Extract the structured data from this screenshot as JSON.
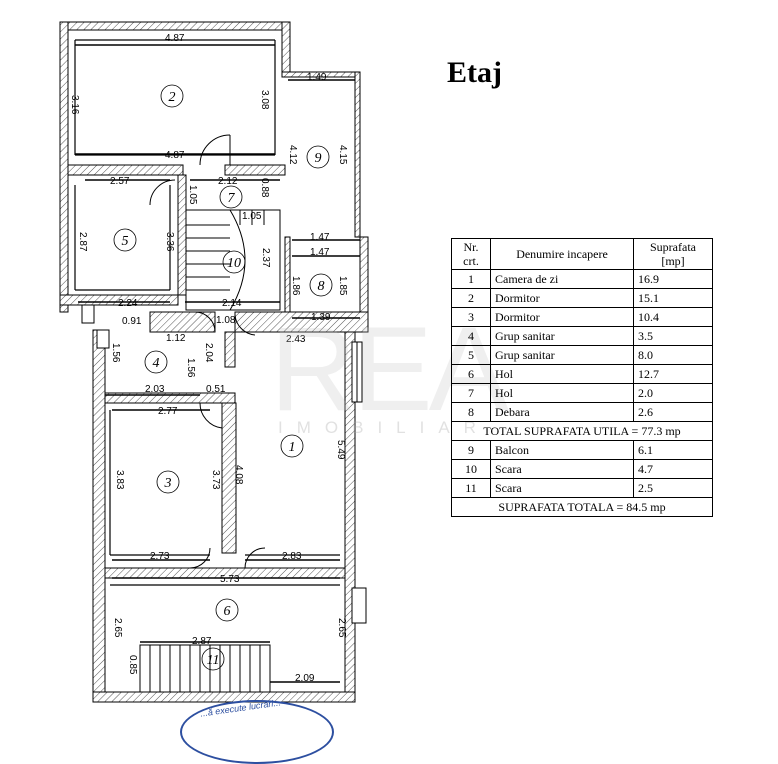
{
  "title": "Etaj",
  "watermark": {
    "brand": "REA",
    "sub": "IMOBILIAR"
  },
  "stamp_text": "...ă execute lucrări...",
  "dimensions": {
    "d1": "4.87",
    "d2": "3.16",
    "d3": "3.08",
    "d4": "4.87",
    "d5": "1.49",
    "d6": "4.12",
    "d7": "4.15",
    "d8": "2.57",
    "d9": "2.12",
    "d10": "1.05",
    "d11": "0.88",
    "d12": "1.05",
    "d13": "2.87",
    "d14": "3.36",
    "d15": "2.37",
    "d16": "1.47",
    "d17": "1.47",
    "d18": "1.86",
    "d19": "1.85",
    "d20": "2.24",
    "d21": "2.14",
    "d22": "1.39",
    "d23": "0.91",
    "d24": "1.08",
    "d25": "1.12",
    "d26": "1.56",
    "d27": "2.04",
    "d28": "2.43",
    "d29": "1.56",
    "d30": "2.03",
    "d31": "0.51",
    "d32": "2.77",
    "d33": "3.83",
    "d34": "3.73",
    "d35": "4.08",
    "d36": "5.49",
    "d37": "2.73",
    "d38": "2.83",
    "d39": "5.73",
    "d40": "2.65",
    "d41": "2.65",
    "d42": "2.87",
    "d43": "0.85",
    "d44": "2.09"
  },
  "rooms": {
    "r1": "1",
    "r2": "2",
    "r3": "3",
    "r4": "4",
    "r5": "5",
    "r6": "6",
    "r7": "7",
    "r8": "8",
    "r9": "9",
    "r10": "10",
    "r11": "11"
  },
  "legend": {
    "head_nr": "Nr. crt.",
    "head_name": "Denumire incapere",
    "head_area": "Suprafata [mp]",
    "rows": [
      {
        "nr": "1",
        "name": "Camera de zi",
        "area": "16.9"
      },
      {
        "nr": "2",
        "name": "Dormitor",
        "area": "15.1"
      },
      {
        "nr": "3",
        "name": "Dormitor",
        "area": "10.4"
      },
      {
        "nr": "4",
        "name": "Grup sanitar",
        "area": "3.5"
      },
      {
        "nr": "5",
        "name": "Grup sanitar",
        "area": "8.0"
      },
      {
        "nr": "6",
        "name": "Hol",
        "area": "12.7"
      },
      {
        "nr": "7",
        "name": "Hol",
        "area": "2.0"
      },
      {
        "nr": "8",
        "name": "Debara",
        "area": "2.6"
      }
    ],
    "total_util": "TOTAL SUPRAFATA UTILA = 77.3 mp",
    "rows2": [
      {
        "nr": "9",
        "name": "Balcon",
        "area": "6.1"
      },
      {
        "nr": "10",
        "name": "Scara",
        "area": "4.7"
      },
      {
        "nr": "11",
        "name": "Scara",
        "area": "2.5"
      }
    ],
    "total": "SUPRAFATA TOTALA = 84.5 mp"
  }
}
